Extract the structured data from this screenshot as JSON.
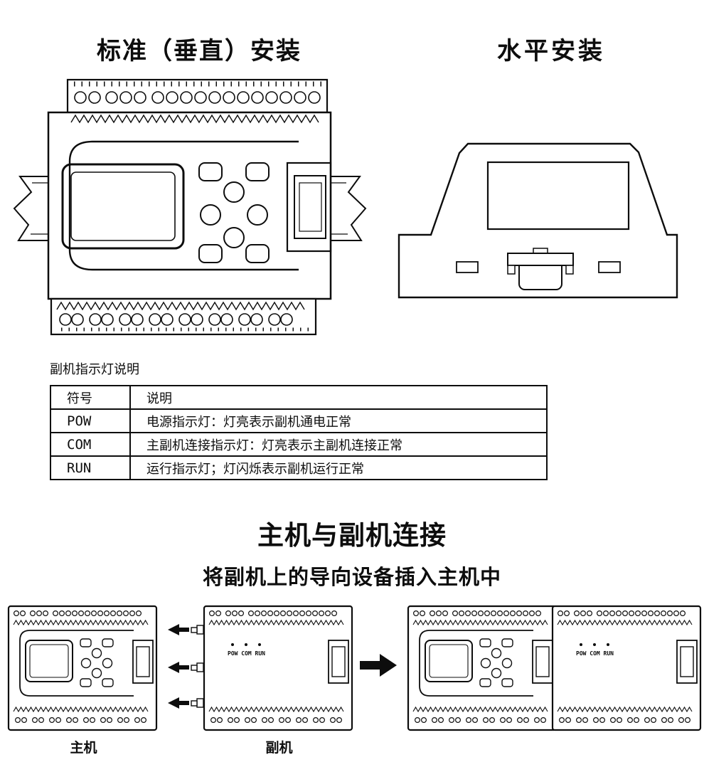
{
  "titles": {
    "vertical_install": "标准（垂直）安装",
    "horizontal_install": "水平安装"
  },
  "indicator_table": {
    "caption": "副机指示灯说明",
    "col_symbol": "符号",
    "col_desc": "说明",
    "rows": [
      {
        "symbol": "POW",
        "desc": "电源指示灯：灯亮表示副机通电正常"
      },
      {
        "symbol": "COM",
        "desc": "主副机连接指示灯：灯亮表示主副机连接正常"
      },
      {
        "symbol": "RUN",
        "desc": "运行指示灯；灯闪烁表示副机运行正常"
      }
    ]
  },
  "connection": {
    "title": "主机与副机连接",
    "subtitle": "将副机上的导向设备插入主机中",
    "master_label": "主机",
    "slave_label": "副机",
    "led_labels": "POW COM RUN"
  },
  "colors": {
    "ink": "#0d0d0d",
    "background": "#ffffff"
  }
}
